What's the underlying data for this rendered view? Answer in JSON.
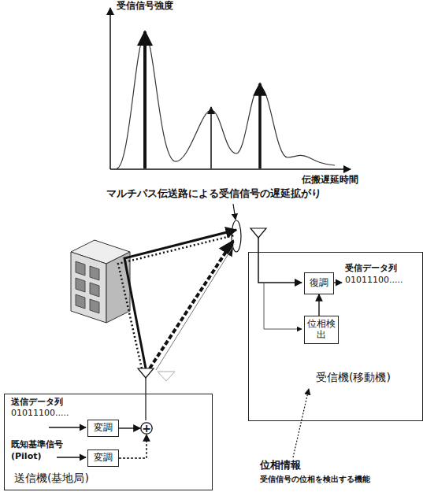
{
  "diagram": {
    "nodes": [
      {
        "text": [
          "送信機(基地局)"
        ]
      },
      {
        "text": [
          "変調"
        ],
        "in": 0
      },
      {
        "text": [
          "変調"
        ],
        "in": 0
      },
      {
        "text": [
          "+"
        ],
        "in": 0
      },
      {
        "text": [
          "受信機(移動機)"
        ]
      },
      {
        "text": [
          "復調"
        ],
        "in": 4
      },
      {
        "text": [
          "位相検出"
        ],
        "in": 4
      }
    ],
    "edges": [
      {
        "from": 1,
        "to": 3,
        "arrow": "to"
      },
      {
        "from": 2,
        "to": 3,
        "arrow": "to"
      },
      {
        "from": 6,
        "to": 5,
        "arrow": "to"
      }
    ],
    "labels": [
      "受信信号強度",
      "伝搬遅延時間",
      "マルチパス伝送路による受信信号の遅延拡がり",
      "送信データ列",
      "01011100.....",
      "既知基準信号",
      "(Pilot)",
      "受信データ列",
      "01011100.....",
      "位相情報",
      "受信信号の位相を検出する機能"
    ]
  }
}
